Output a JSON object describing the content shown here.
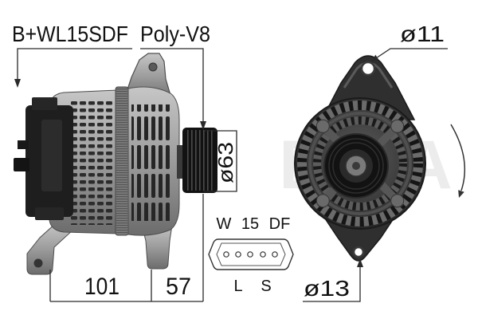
{
  "callouts": {
    "connector_code": "B+WL15SDF",
    "pulley_type": "Poly-V8",
    "top_hole_diameter": "ø11",
    "pulley_diameter": "ø63",
    "bottom_hole_diameter": "ø13"
  },
  "dimensions": {
    "body_length": "101",
    "pulley_offset": "57"
  },
  "connector": {
    "top_labels": [
      "W",
      "15",
      "DF"
    ],
    "bottom_labels": [
      "L",
      "S"
    ]
  },
  "watermark": "ERA",
  "icons": {
    "rotation": "clockwise-rotation-arrow"
  }
}
